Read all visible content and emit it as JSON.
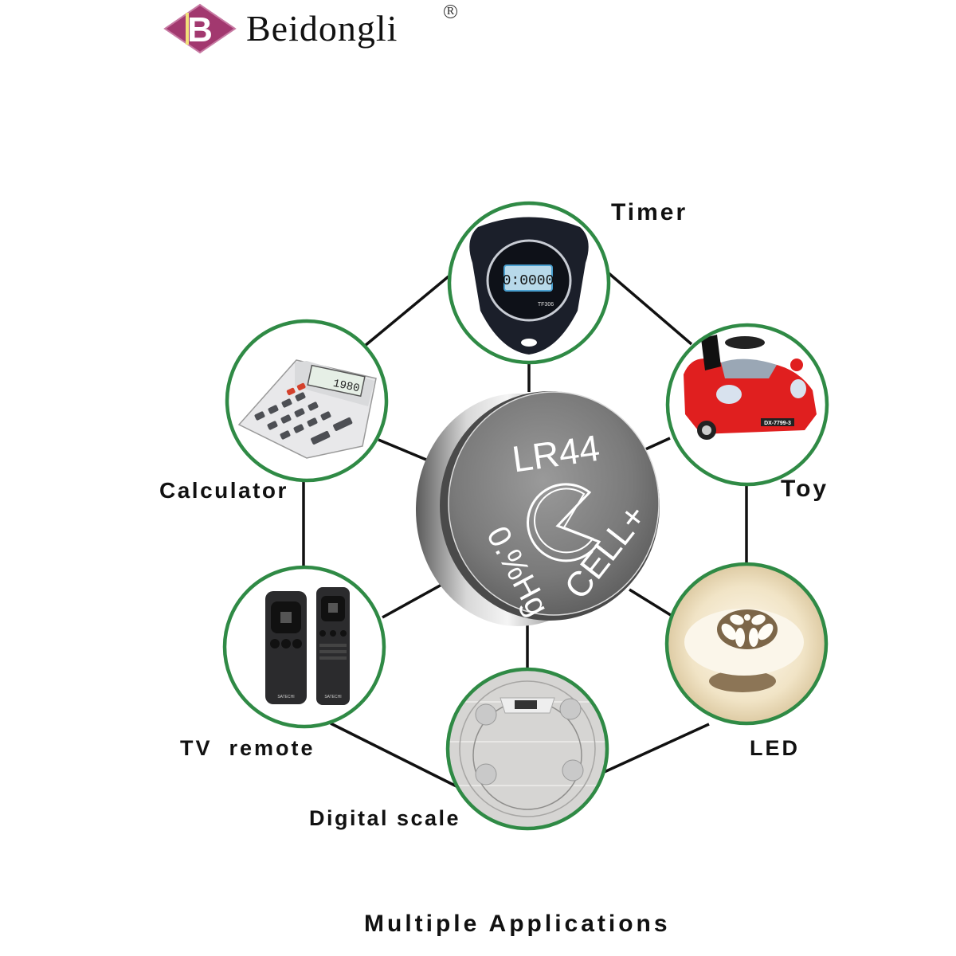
{
  "brand": {
    "name": "Beidongli",
    "registered_mark": "R",
    "logo_letter": "B",
    "logo_color": "#a2386f"
  },
  "battery": {
    "model": "LR44",
    "face_text": "0.%Hg CELL+",
    "mercury_text": "0.%Hg",
    "cell_text": "CELL+"
  },
  "applications": [
    {
      "id": "timer",
      "label": "Timer",
      "device_text": "0:0000",
      "model": "TF306"
    },
    {
      "id": "toy",
      "label": "Toy",
      "plate": "DX-7799-3"
    },
    {
      "id": "calculator",
      "label": "Calculator",
      "display": "1980"
    },
    {
      "id": "tv-remote",
      "label": "TV  remote",
      "brand": "SATECHI"
    },
    {
      "id": "digital-scale",
      "label": "Digital scale"
    },
    {
      "id": "led",
      "label": "LED"
    }
  ],
  "footer": {
    "title": "Multiple Applications"
  },
  "colors": {
    "circle_border": "#2f8a45",
    "connector": "#111111",
    "background": "#ffffff"
  }
}
